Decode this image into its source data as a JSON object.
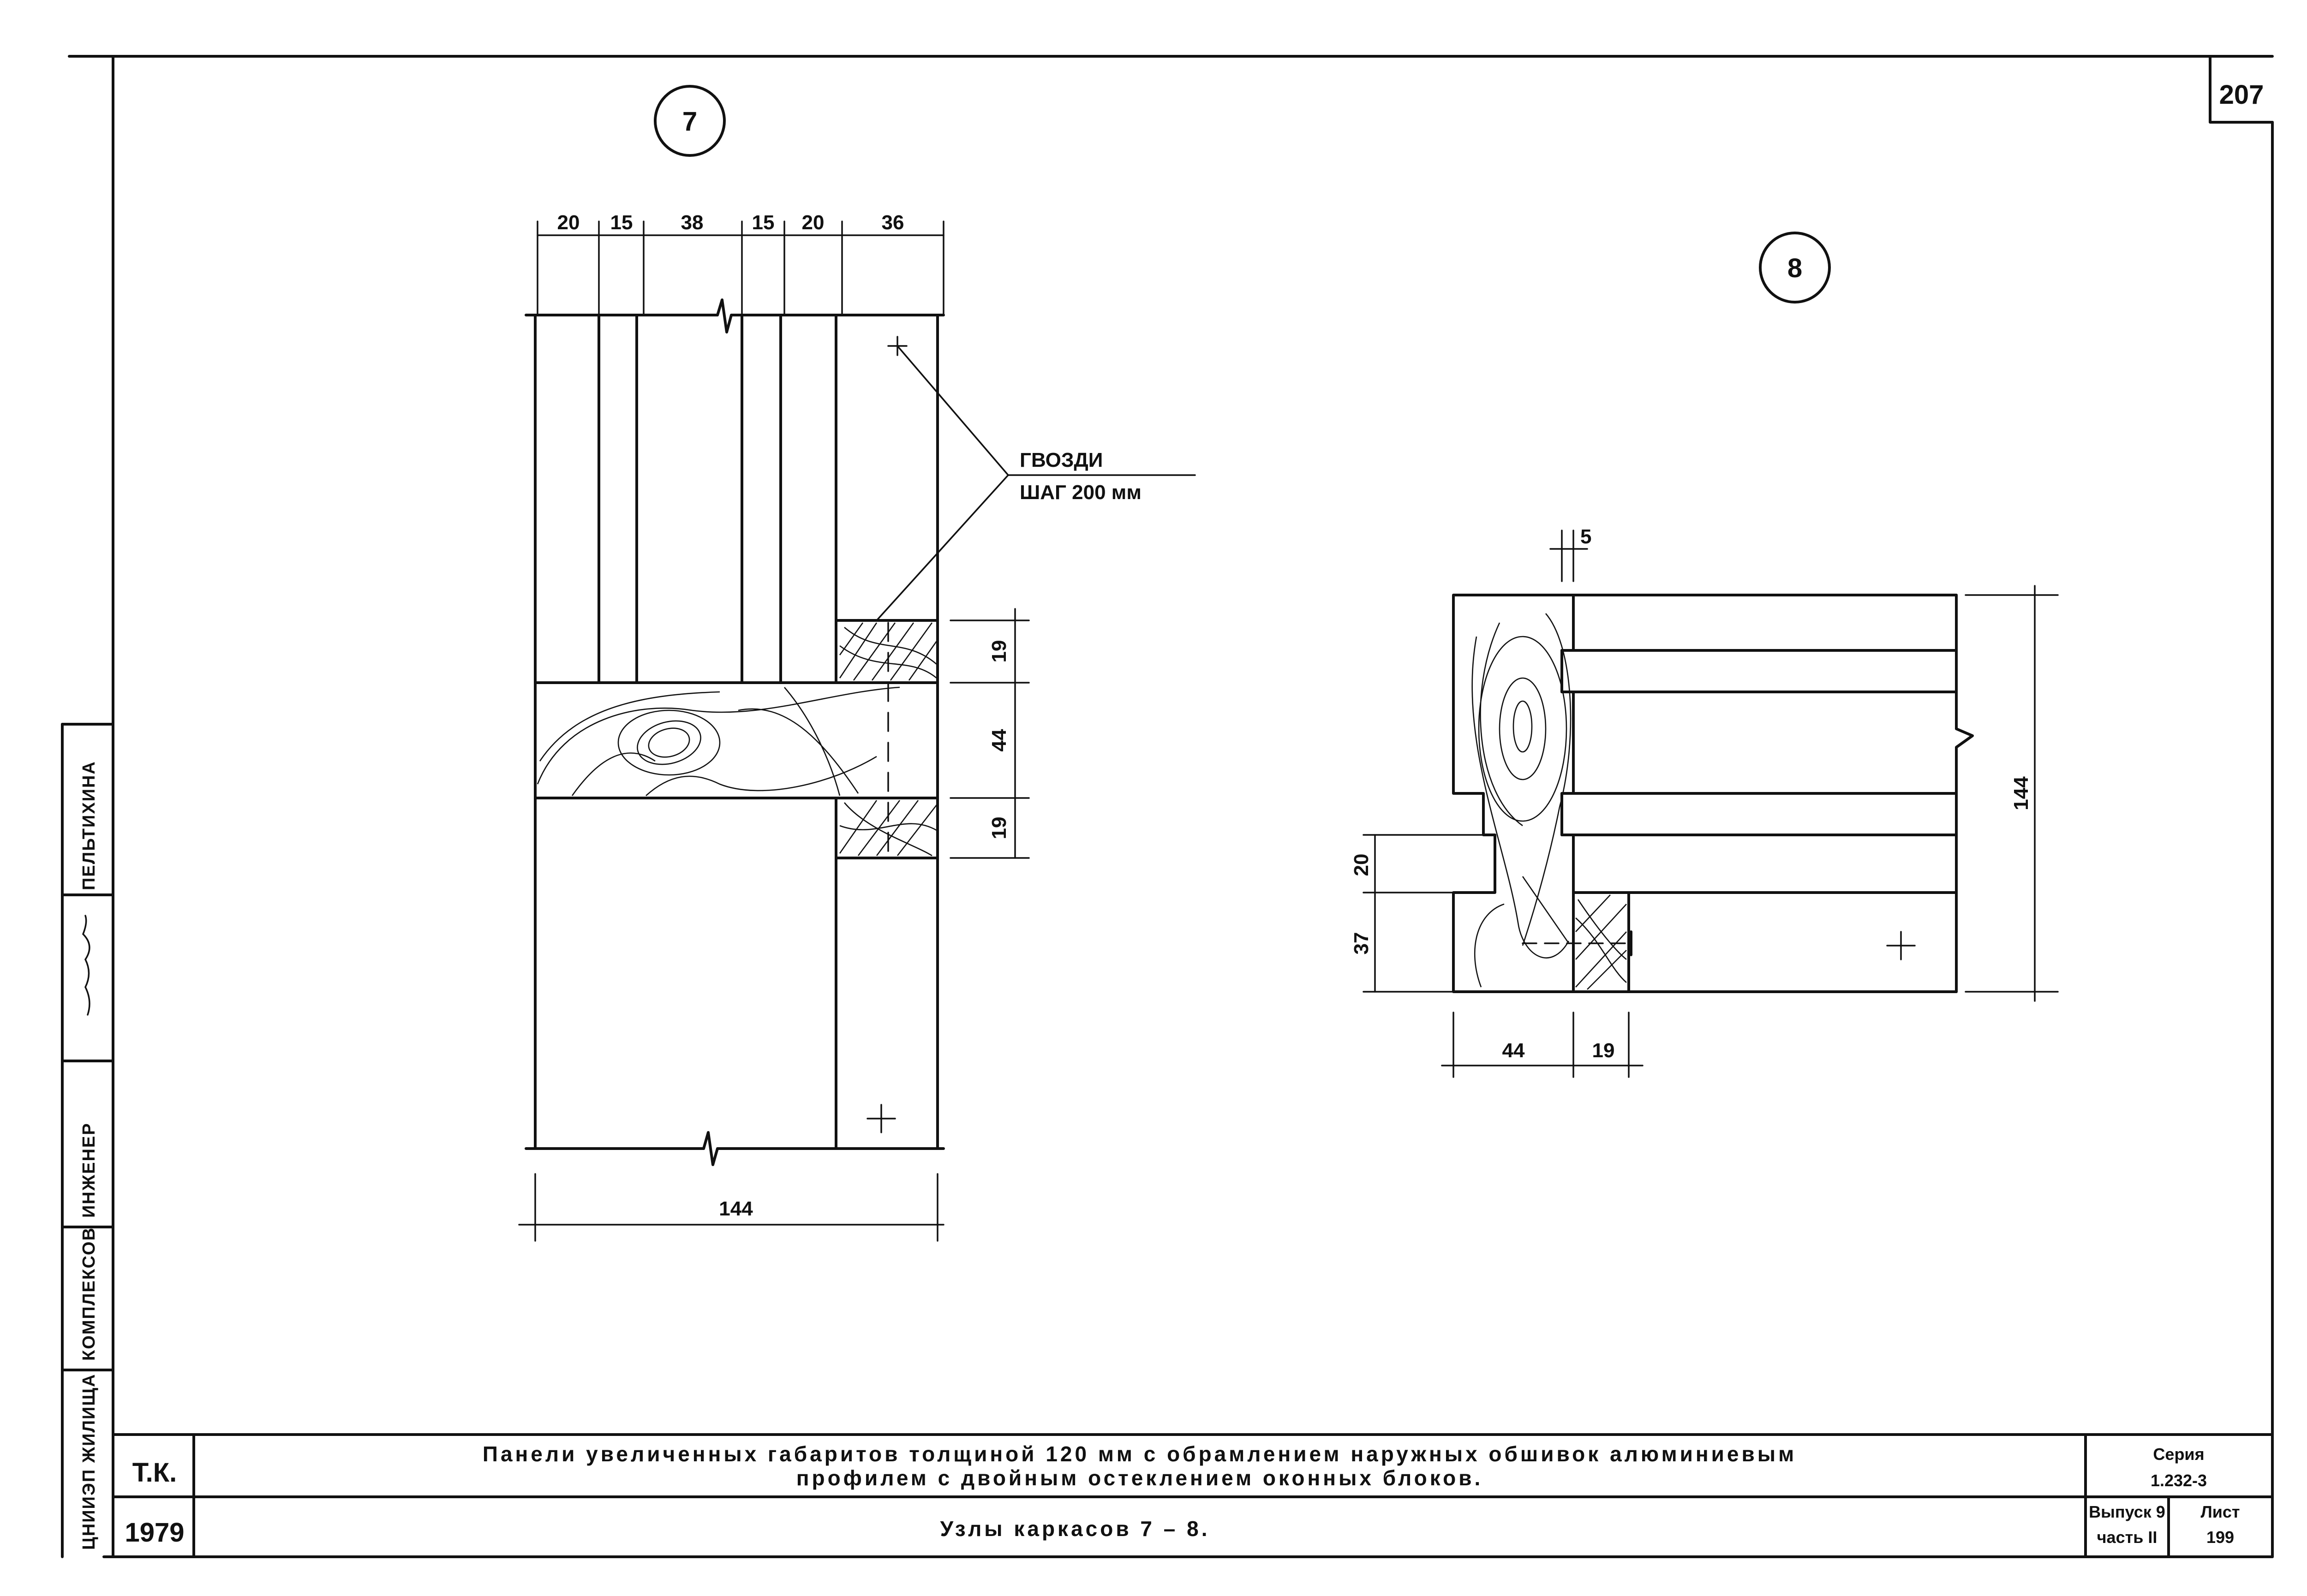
{
  "sheet_number": "207",
  "nodes": {
    "node7": {
      "label": "7",
      "top_dims": [
        "20",
        "15",
        "38",
        "15",
        "20",
        "36"
      ],
      "right_dims": [
        "19",
        "44",
        "19"
      ],
      "bottom_dim": "144",
      "callout_line1": "ГВОЗДИ",
      "callout_line2": "ШАГ 200 мм"
    },
    "node8": {
      "label": "8",
      "top_dim": "5",
      "left_dims": [
        "20",
        "37"
      ],
      "right_dim": "144",
      "bottom_dims": [
        "44",
        "19"
      ]
    }
  },
  "side_stamp": {
    "org": "ЦНИИЭП ЖИЛИЩА",
    "dept": "КОМПЛЕКСОВ",
    "role": "ИНЖЕНЕР",
    "name": "ПЕЛЬТИХИНА"
  },
  "title_block": {
    "org": "Т.К.",
    "year": "1979",
    "title_line1": "Панели увеличенных габаритов толщиной 120 мм с обрамлением наружных обшивок алюминиевым",
    "title_line2": "профилем с двойным остеклением оконных блоков.",
    "sheet_title": "Узлы каркасов 7 – 8.",
    "series_label": "Серия",
    "series_value": "1.232-3",
    "issue_label": "Выпуск 9",
    "part_label": "часть II",
    "sheet_label": "Лист",
    "sheet_value": "199"
  }
}
